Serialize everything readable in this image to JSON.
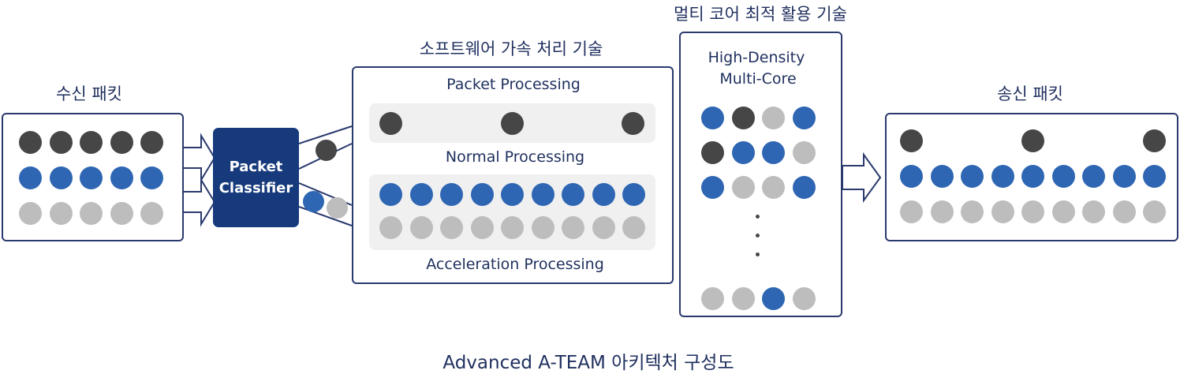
{
  "receive": {
    "title": "수신 패킷",
    "rows": [
      [
        "dark",
        "dark",
        "dark",
        "dark",
        "dark"
      ],
      [
        "blue",
        "blue",
        "blue",
        "blue",
        "blue"
      ],
      [
        "gray",
        "gray",
        "gray",
        "gray",
        "gray"
      ]
    ]
  },
  "classifier": {
    "line1": "Packet",
    "line2": "Classifier"
  },
  "software": {
    "title": "소프트웨어 가속 처리 기술",
    "packet_processing": "Packet Processing",
    "normal_processing": "Normal Processing",
    "acceleration_processing": "Acceleration Processing",
    "normal_dots": [
      "dark",
      "dark",
      "dark"
    ],
    "accel_rows": [
      [
        "blue",
        "blue",
        "blue",
        "blue",
        "blue",
        "blue",
        "blue",
        "blue",
        "blue"
      ],
      [
        "gray",
        "gray",
        "gray",
        "gray",
        "gray",
        "gray",
        "gray",
        "gray",
        "gray"
      ]
    ]
  },
  "multicore": {
    "title": "멀티 코어 최적 활용 기술",
    "subtitle_line1": "High-Density",
    "subtitle_line2": "Multi-Core",
    "rows": [
      [
        "blue",
        "dark",
        "gray",
        "blue"
      ],
      [
        "dark",
        "blue",
        "blue",
        "gray"
      ],
      [
        "blue",
        "gray",
        "gray",
        "blue"
      ]
    ],
    "last_row": [
      "gray",
      "gray",
      "blue",
      "gray"
    ]
  },
  "send": {
    "title": "송신 패킷",
    "rows": [
      [
        "dark",
        "empty",
        "empty",
        "empty",
        "dark",
        "empty",
        "empty",
        "empty",
        "dark"
      ],
      [
        "blue",
        "blue",
        "blue",
        "blue",
        "blue",
        "blue",
        "blue",
        "blue",
        "blue"
      ],
      [
        "gray",
        "gray",
        "gray",
        "gray",
        "gray",
        "gray",
        "gray",
        "gray",
        "gray"
      ]
    ]
  },
  "caption": "Advanced A-TEAM 아키텍처 구성도"
}
